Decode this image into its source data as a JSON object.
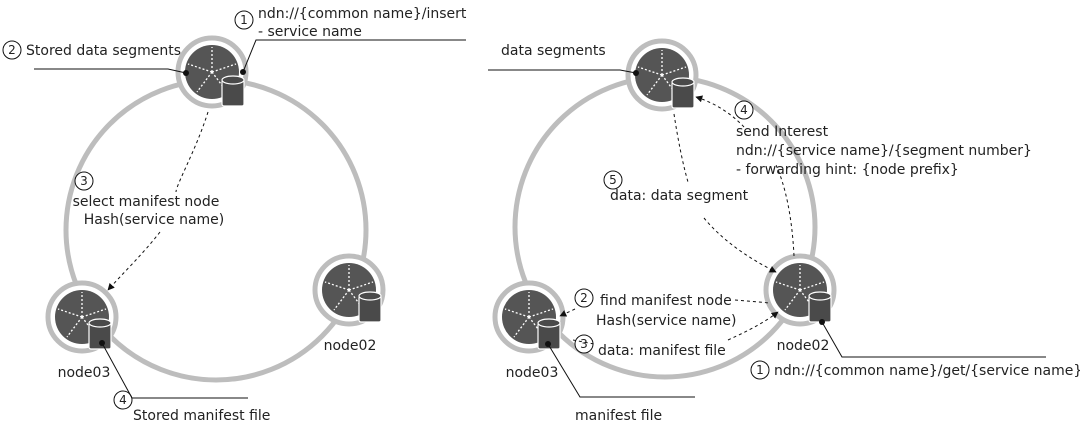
{
  "left_panel": {
    "node_labels": {
      "node03": "node03",
      "node02": "node02"
    },
    "steps": [
      {
        "num": "1",
        "lines": [
          "ndn://{common name}/insert",
          "- service name"
        ]
      },
      {
        "num": "2",
        "lines": [
          "Stored data segments"
        ]
      },
      {
        "num": "3",
        "lines": [
          "select manifest node",
          "Hash(service name)"
        ]
      },
      {
        "num": "4",
        "lines": [
          "Stored manifest file"
        ]
      }
    ]
  },
  "right_panel": {
    "node_labels": {
      "node03": "node03",
      "node02": "node02"
    },
    "labels": {
      "data_segments": "data segments",
      "manifest_file": "manifest file"
    },
    "steps": [
      {
        "num": "1",
        "lines": [
          "ndn://{common name}/get/{service name}"
        ]
      },
      {
        "num": "2",
        "lines": [
          "find manifest node",
          "Hash(service name)"
        ]
      },
      {
        "num": "3",
        "lines": [
          "data: manifest file"
        ]
      },
      {
        "num": "4",
        "lines": [
          "send Interest",
          "ndn://{service name}/{segment number}",
          "- forwarding hint: {node prefix}"
        ]
      },
      {
        "num": "5",
        "lines": [
          "data: data segment"
        ]
      }
    ]
  }
}
